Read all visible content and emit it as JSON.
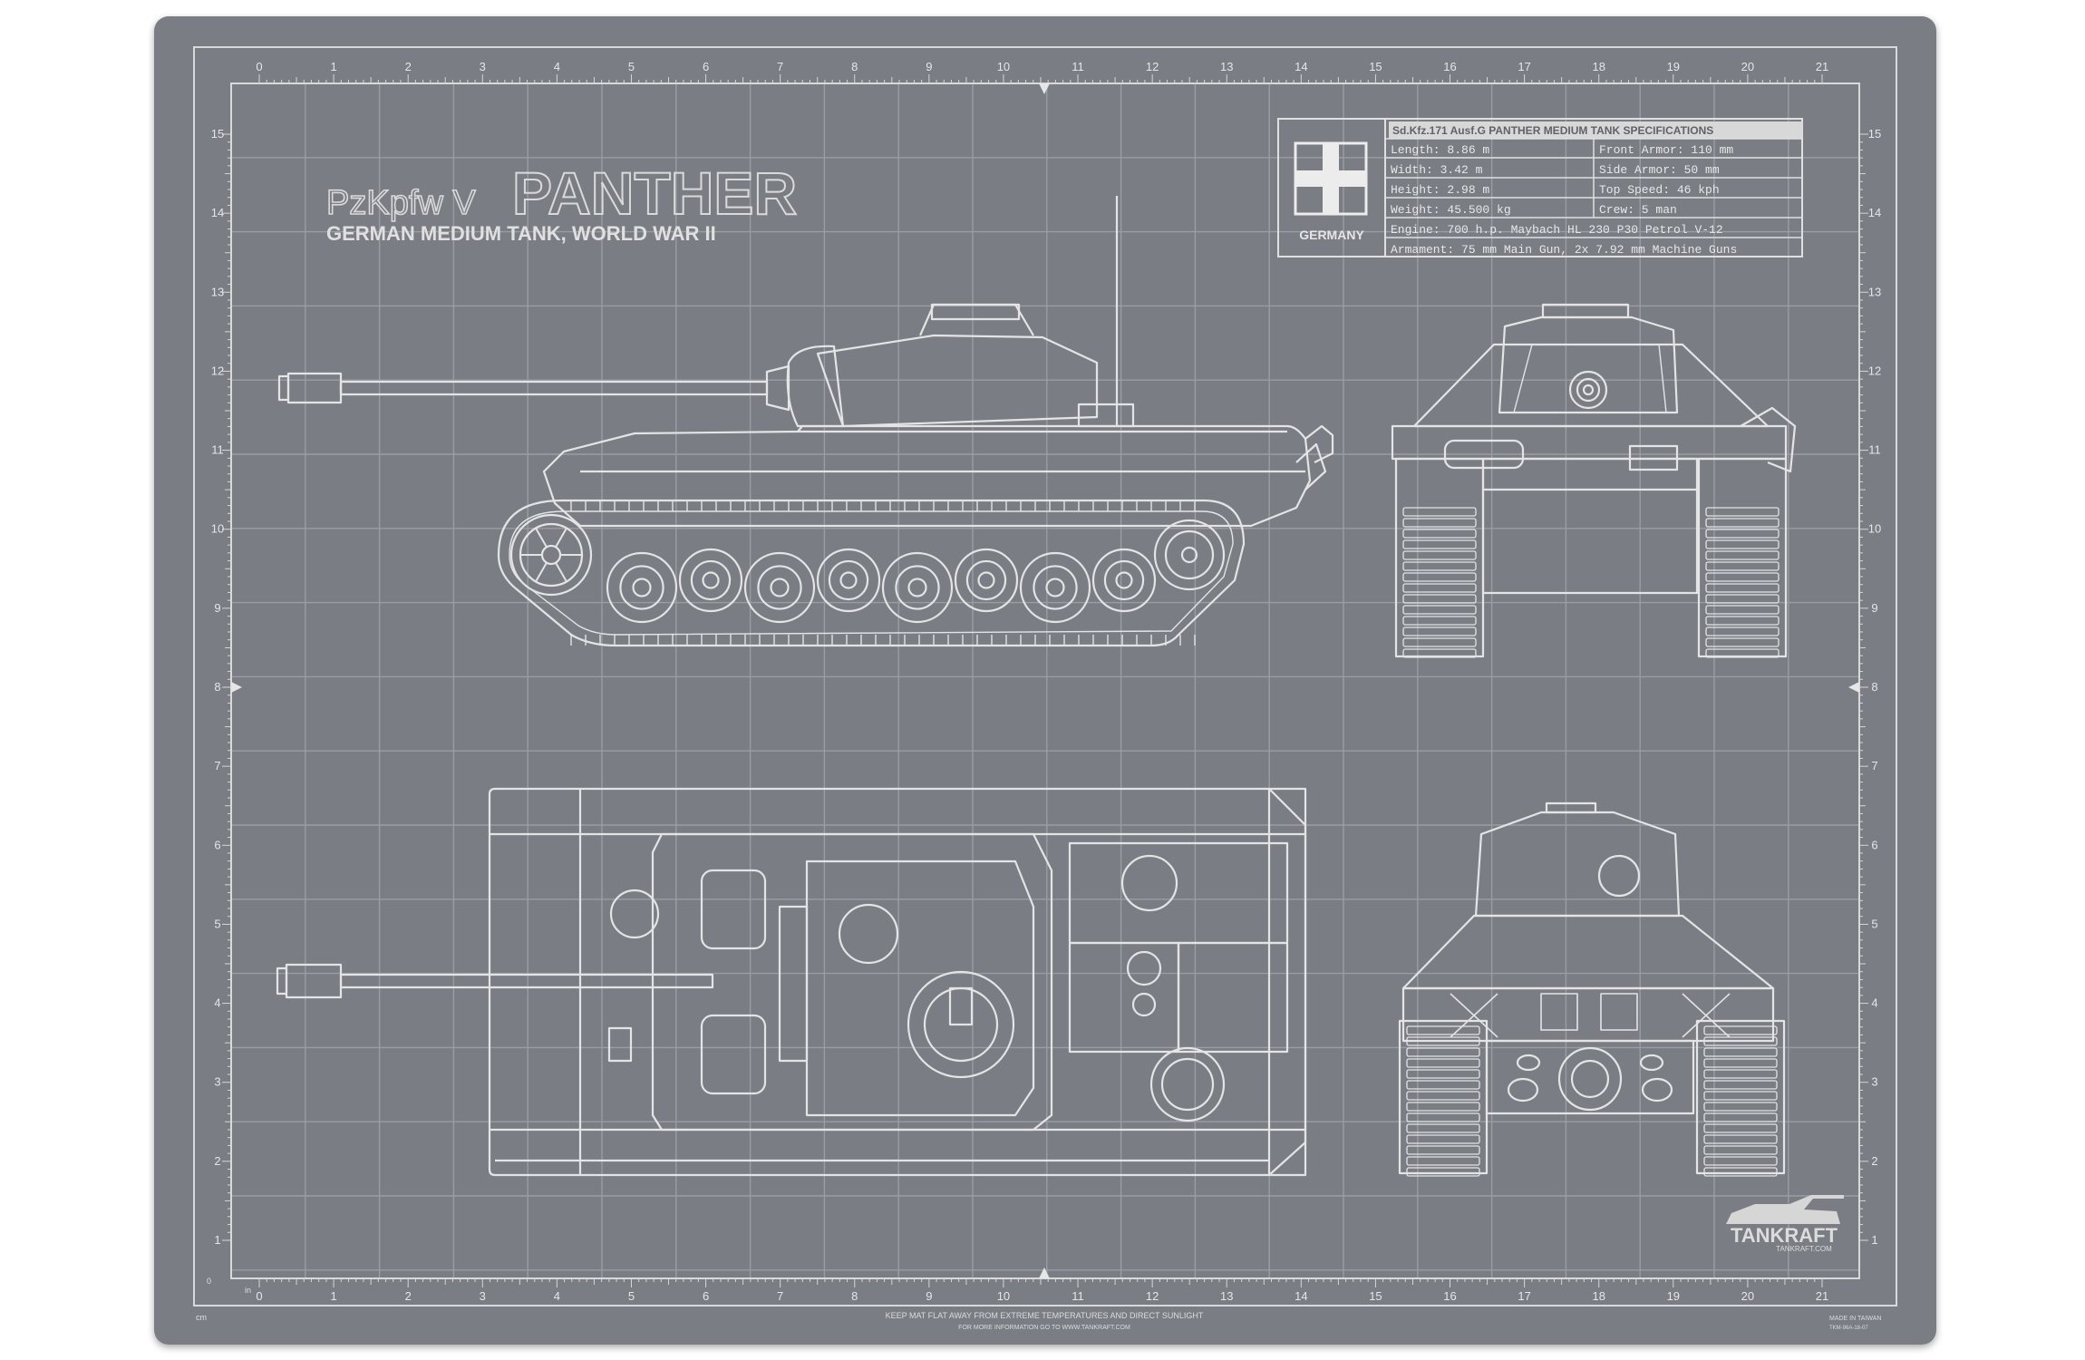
{
  "title": {
    "designation": "PzKpfw V",
    "name": "PANTHER",
    "subtitle": "GERMAN MEDIUM TANK, WORLD WAR II"
  },
  "insignia": {
    "country": "GERMANY"
  },
  "specs": {
    "header": "Sd.Kfz.171 Ausf.G PANTHER MEDIUM TANK SPECIFICATIONS",
    "left": [
      "Length: 8.86 m",
      "Width: 3.42 m",
      "Height: 2.98 m",
      "Weight: 45.500 kg"
    ],
    "right": [
      "Front Armor: 110 mm",
      "Side Armor: 50 mm",
      "Top Speed: 46 kph",
      "Crew: 5 man"
    ],
    "engine": "Engine: 700 h.p. Maybach HL 230 P30 Petrol V-12",
    "armament": "Armament: 75 mm Main Gun, 2x 7.92 mm Machine Guns"
  },
  "ruler": {
    "inch_unit": "in",
    "cm_unit": "cm",
    "cm_zero": "0",
    "top_numbers": [
      "0",
      "1",
      "2",
      "3",
      "4",
      "5",
      "6",
      "7",
      "8",
      "9",
      "10",
      "11",
      "12",
      "13",
      "14",
      "15",
      "16",
      "17",
      "18",
      "19",
      "20",
      "21"
    ],
    "side_numbers": [
      "15",
      "14",
      "13",
      "12",
      "11",
      "10",
      "9",
      "8",
      "7",
      "6",
      "5",
      "4",
      "3",
      "2",
      "1"
    ]
  },
  "brand": {
    "logo_text": "TANKRAFT",
    "website": "TANKRAFT.COM"
  },
  "footer": {
    "warning": "KEEP MAT FLAT AWAY FROM EXTREME TEMPERATURES AND DIRECT SUNLIGHT",
    "info": "FOR MORE INFORMATION GO TO WWW.TANKRAFT.COM",
    "made_in": "MADE IN TAIWAN",
    "code": "TKM-96A-18-07"
  },
  "colors": {
    "mat": "#7a7d84",
    "line": "#e6e6e6",
    "grid": "#9a9da3",
    "spec_header_bg": "#d8d8d8",
    "spec_header_text": "#5f6268"
  }
}
